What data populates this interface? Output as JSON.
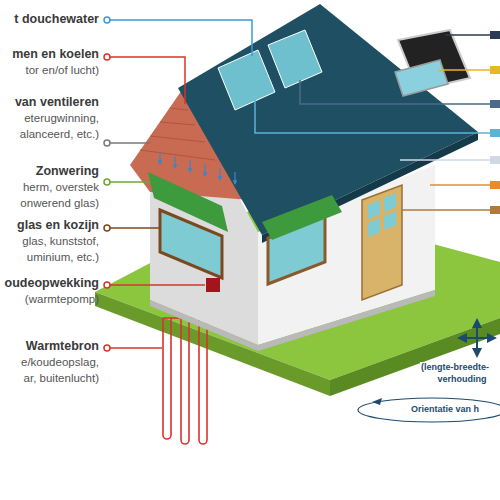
{
  "diagram": {
    "labels": [
      "t douchewater",
      "men en koelen",
      "tor en/of lucht)",
      "van ventileren",
      "eterugwinning,",
      "alanceerd, etc.)",
      "Zonwering",
      "herm, overstek",
      "onwerend glas)",
      "glas en kozijn",
      "glas, kunststof,",
      "uminium, etc.)",
      "oudeopwekking",
      "(warmtepomp)",
      "Warmtebron",
      "e/koudeopslag,",
      "ar, buitenlucht)",
      "(lengte-breedte-",
      "verhouding",
      "Orientatie van h"
    ]
  }
}
